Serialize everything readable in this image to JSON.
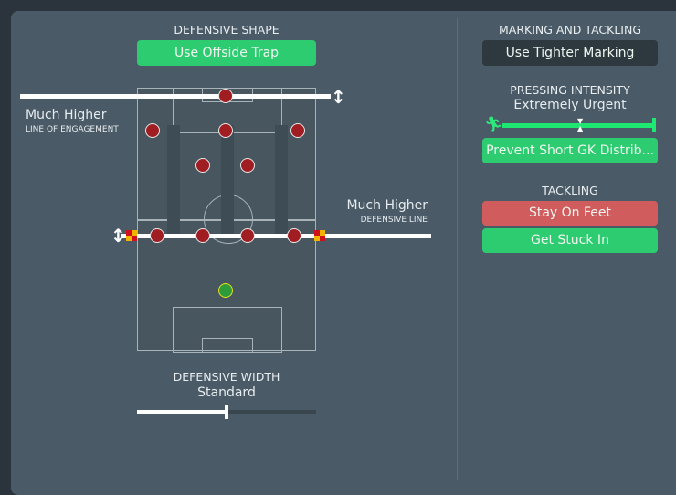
{
  "defensive_shape": {
    "title": "DEFENSIVE SHAPE",
    "offside_button": "Use Offside Trap"
  },
  "line_of_engagement": {
    "value": "Much Higher",
    "label": "LINE OF ENGAGEMENT"
  },
  "defensive_line": {
    "value": "Much Higher",
    "label": "DEFENSIVE LINE"
  },
  "defensive_width": {
    "title": "DEFENSIVE WIDTH",
    "value": "Standard",
    "level": 0.5
  },
  "marking": {
    "title": "MARKING AND TACKLING",
    "button": "Use Tighter Marking"
  },
  "pressing": {
    "title": "PRESSING INTENSITY",
    "value": "Extremely Urgent",
    "level": 1.0,
    "gk_button": "Prevent Short GK Distrib..."
  },
  "tackling": {
    "title": "TACKLING",
    "stay_on_feet": "Stay On Feet",
    "get_stuck_in": "Get Stuck In"
  },
  "colors": {
    "green": "#2ecc71",
    "red": "#d05c5e",
    "player": "#a01d22"
  }
}
